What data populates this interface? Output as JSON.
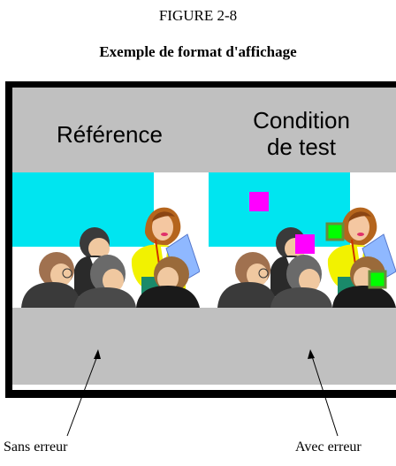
{
  "figure": {
    "number": "FIGURE 2-8",
    "title": "Exemple de format d'affichage"
  },
  "panels": {
    "reference_label": "Référence",
    "test_label": "Condition\nde test"
  },
  "captions": {
    "left": "Sans erreur",
    "right": "Avec erreur"
  },
  "colors": {
    "background_band": "#c0c0c0",
    "sky": "#00e5f0",
    "error_magenta": "#ff00ff",
    "error_green": "#00ff00"
  }
}
